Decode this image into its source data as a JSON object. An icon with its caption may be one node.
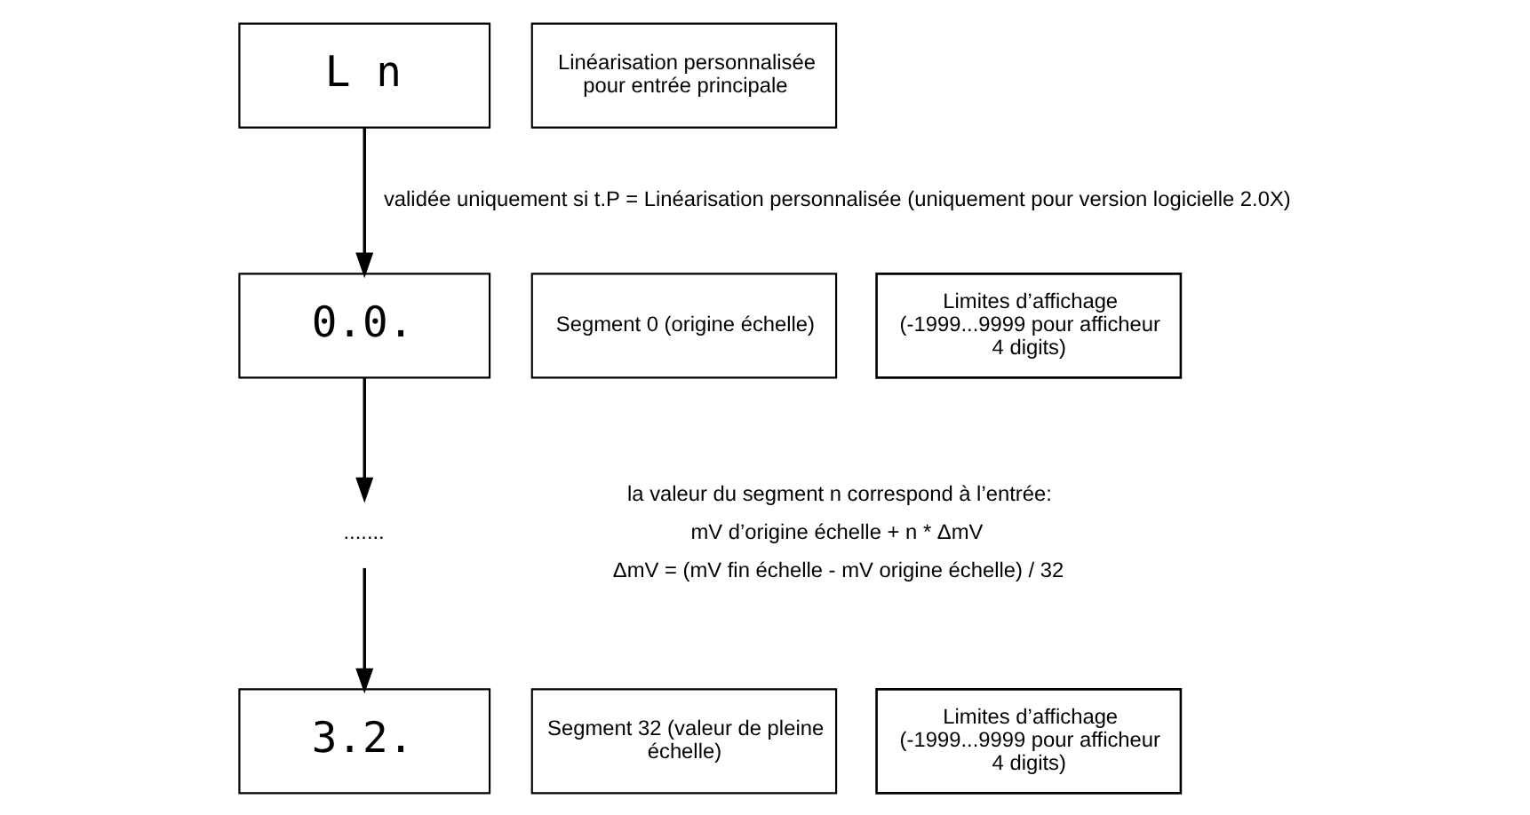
{
  "diagram": {
    "nodes": [
      {
        "text": [
          "L n"
        ]
      },
      {
        "text": [
          "Linéarisation personnalisée pour entrée principale"
        ]
      },
      {
        "text": [
          "0.0."
        ]
      },
      {
        "text": [
          "Segment 0 (origine échelle)"
        ]
      },
      {
        "text": [
          "Limites d’affichage (-1999...9999 pour afficheur 4 digits)"
        ]
      },
      {
        "text": [
          "......."
        ]
      },
      {
        "text": [
          "3.2."
        ]
      },
      {
        "text": [
          "Segment 32 (valeur de pleine échelle)"
        ]
      },
      {
        "text": [
          "Limites d’affichage (-1999...9999 pour afficheur 4 digits)"
        ]
      }
    ],
    "edges": [
      {
        "from": 0,
        "to": 2,
        "arrow": "to",
        "label": "validée uniquement si t.P = Linéarisation personnalisée (uniquement pour version logicielle 2.0X)"
      },
      {
        "from": 2,
        "to": 5,
        "arrow": "to"
      },
      {
        "from": 5,
        "to": 6,
        "arrow": "to"
      }
    ],
    "labels": [
      "la valeur du segment n correspond à l’entrée:",
      "mV d’origine échelle + n * ΔmV",
      "ΔmV = (mV fin échelle - mV origine échelle) / 32"
    ]
  }
}
